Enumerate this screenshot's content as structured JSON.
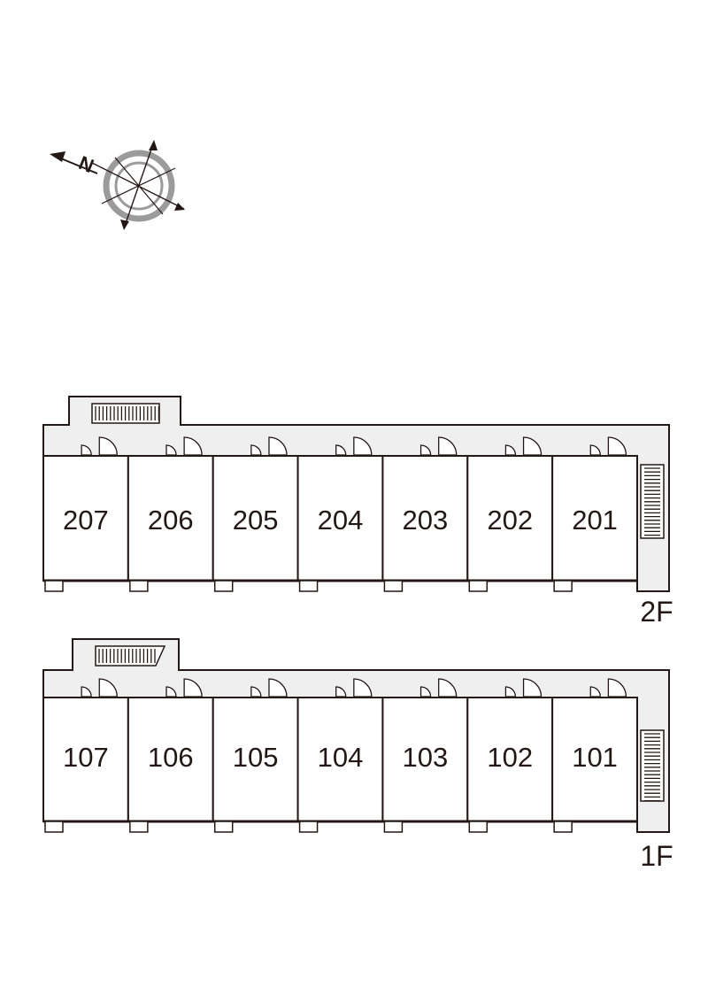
{
  "compass": {
    "north_label": "N",
    "icon": "compass-rose-icon"
  },
  "colors": {
    "line": "#231815",
    "corridor": "#efefef",
    "compass_ring": "#9b9b9b",
    "background": "#ffffff"
  },
  "floors": [
    {
      "floor": "2F",
      "label": "2F",
      "units": [
        "207",
        "206",
        "205",
        "204",
        "203",
        "202",
        "201"
      ]
    },
    {
      "floor": "1F",
      "label": "1F",
      "units": [
        "107",
        "106",
        "105",
        "104",
        "103",
        "102",
        "101"
      ]
    }
  ]
}
